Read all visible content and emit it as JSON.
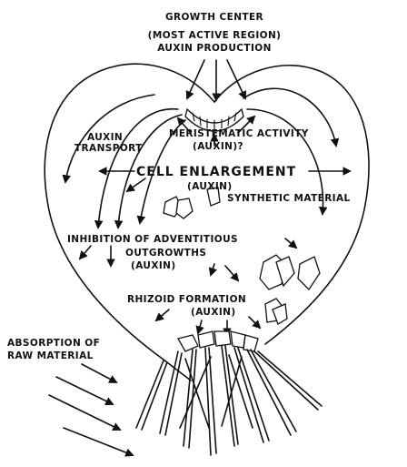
{
  "labels": {
    "growth_center": "GROWTH CENTER",
    "most_active": "(MOST ACTIVE REGION)",
    "auxin_production": "AUXIN PRODUCTION",
    "auxin_transport_1": "AUXIN",
    "auxin_transport_2": "TRANSPORT",
    "meristematic": "MERISTEMATIC ACTIVITY",
    "meristematic_auxin": "(AUXIN)?",
    "cell_enlargement": "CELL ENLARGEMENT",
    "cell_enlargement_auxin": "(AUXIN)",
    "synthetic_material": "SYNTHETIC MATERIAL",
    "inhibition_1": "INHIBITION OF ADVENTITIOUS",
    "inhibition_2": "OUTGROWTHS",
    "inhibition_auxin": "(AUXIN)",
    "rhizoid_formation": "RHIZOID FORMATION",
    "rhizoid_auxin": "(AUXIN)",
    "absorption_1": "ABSORPTION OF",
    "absorption_2": "RAW MATERIAL"
  }
}
